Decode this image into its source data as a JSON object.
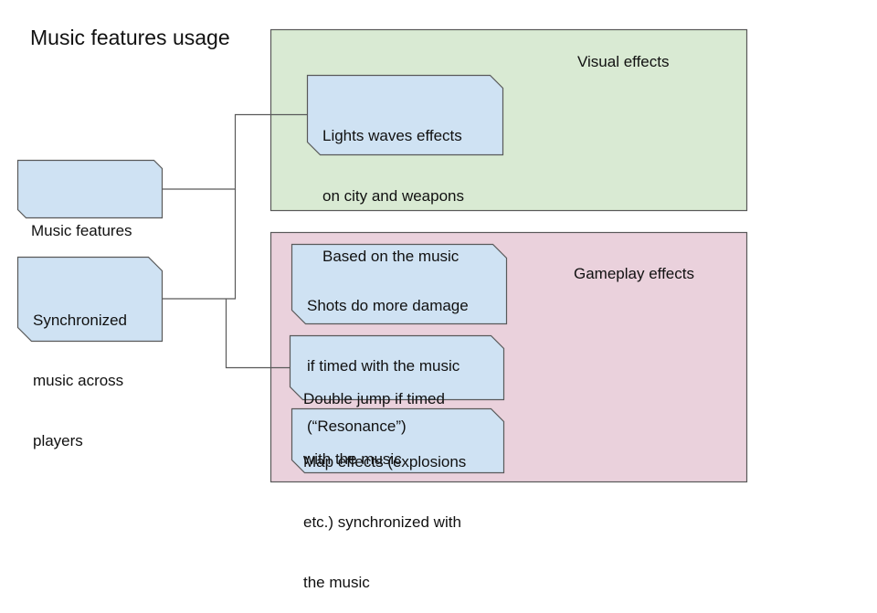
{
  "title": "Music features usage",
  "colors": {
    "node_fill": "#cfe2f3",
    "visual_group_fill": "#d9ead3",
    "gameplay_group_fill": "#ead1dc",
    "stroke": "#595959"
  },
  "groups": {
    "visual": {
      "label": "Visual effects"
    },
    "gameplay": {
      "label": "Gameplay effects"
    }
  },
  "sources": [
    {
      "id": "music-features",
      "lines": [
        "Music features"
      ]
    },
    {
      "id": "synchronized-music",
      "lines": [
        "Synchronized",
        "music across",
        "players"
      ]
    }
  ],
  "effects": [
    {
      "id": "lights-waves",
      "group": "visual",
      "lines": [
        "Lights waves effects",
        "on city and weapons",
        "Based on the music"
      ]
    },
    {
      "id": "shots-damage",
      "group": "gameplay",
      "lines": [
        "Shots do more damage",
        "if timed with the music",
        "(“Resonance”)"
      ]
    },
    {
      "id": "double-jump",
      "group": "gameplay",
      "lines": [
        "Double jump if timed",
        "with the music"
      ]
    },
    {
      "id": "map-effects",
      "group": "gameplay",
      "lines": [
        "Map effects (explosions",
        "etc.) synchronized with",
        "the music"
      ]
    }
  ],
  "connections": [
    {
      "from": "music-features",
      "to": "lights-waves"
    },
    {
      "from": "synchronized-music",
      "to": "lights-waves"
    },
    {
      "from": "synchronized-music",
      "to": "double-jump"
    }
  ]
}
